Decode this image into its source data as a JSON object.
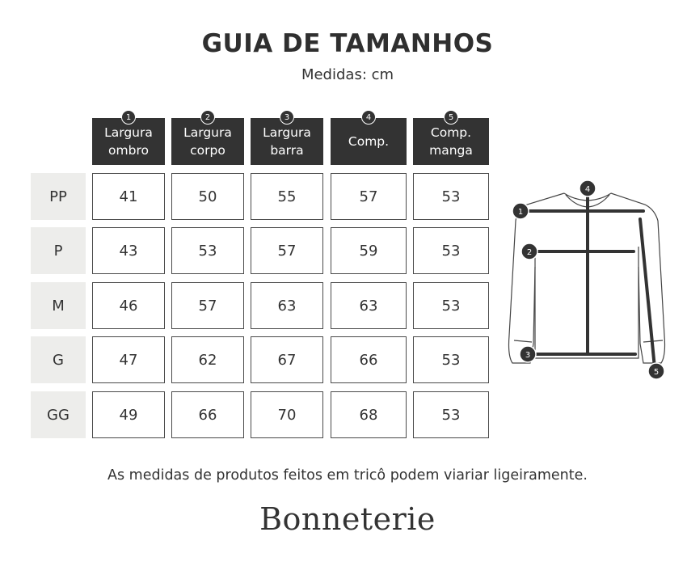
{
  "title": "GUIA DE TAMANHOS",
  "subtitle": "Medidas: cm",
  "columns": [
    {
      "num": "1",
      "label": "Largura\nombro"
    },
    {
      "num": "2",
      "label": "Largura\ncorpo"
    },
    {
      "num": "3",
      "label": "Largura\nbarra"
    },
    {
      "num": "4",
      "label": "Comp."
    },
    {
      "num": "5",
      "label": "Comp.\nmanga"
    }
  ],
  "rows": [
    {
      "size": "PP",
      "values": [
        "41",
        "50",
        "55",
        "57",
        "53"
      ]
    },
    {
      "size": "P",
      "values": [
        "43",
        "53",
        "57",
        "59",
        "53"
      ]
    },
    {
      "size": "M",
      "values": [
        "46",
        "57",
        "63",
        "63",
        "53"
      ]
    },
    {
      "size": "G",
      "values": [
        "47",
        "62",
        "67",
        "66",
        "53"
      ]
    },
    {
      "size": "GG",
      "values": [
        "49",
        "66",
        "70",
        "68",
        "53"
      ]
    }
  ],
  "diagram": {
    "markers": [
      "1",
      "2",
      "3",
      "4",
      "5"
    ]
  },
  "note": "As medidas de produtos feitos em tricô podem viariar ligeiramente.",
  "brand": "Bonneterie",
  "colors": {
    "dark": "#333333",
    "size_bg": "#ededeb",
    "border": "#4a4a4a"
  }
}
